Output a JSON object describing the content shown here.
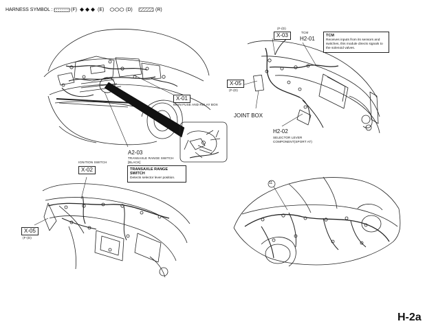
{
  "legend": {
    "title": "HARNESS SYMBOL :",
    "items": [
      {
        "label": "(F)"
      },
      {
        "label": "(E)"
      },
      {
        "label": "(D)"
      },
      {
        "label": "(R)"
      }
    ]
  },
  "engine_view": {
    "x01": {
      "code": "X-01",
      "caption": "MAIN FUSE AND RELAY BOX"
    },
    "a203": {
      "code": "A2-03",
      "caption": "TRANSAXLE RANGE SWITCH",
      "color": "[BLACK]"
    },
    "info": {
      "title": "TRANSAXLE RANGE SWITCH",
      "text": "Detects selector lever position."
    }
  },
  "dash_view_right": {
    "x03": {
      "code": "X-03",
      "tag": "(F-(D)"
    },
    "x05": {
      "code": "X-05",
      "tag": "(F-(D)"
    },
    "tcm": {
      "code": "H2-01",
      "label": "TCM"
    },
    "tcm_info": {
      "title": "TCM",
      "text": "Receives inputs from its sensors and switches, this module directs signals to the solenoid valves."
    },
    "joint_box": "JOINT BOX",
    "h202": {
      "code": "H2-02",
      "caption": "SELECTOR LEVER COMPONENT(SPORT AT)"
    }
  },
  "dash_view_left": {
    "x02": {
      "code": "X-02",
      "caption": "IGNITION SWITCH"
    },
    "x05": {
      "code": "X-05",
      "tag": "(F-(D)"
    }
  },
  "car_view": {
    "marker": "11"
  },
  "page_id": "H-2a"
}
